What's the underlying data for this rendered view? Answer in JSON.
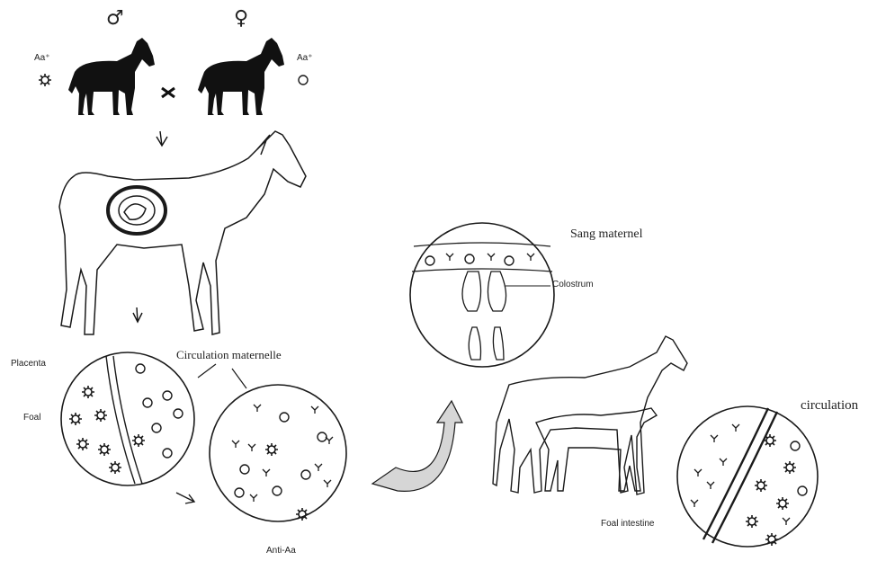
{
  "symbols": {
    "male": "♂",
    "female": "♀",
    "cross": "×",
    "arrow_down": "↓"
  },
  "labels": {
    "aa_left": "Aa⁺",
    "aa_right": "Aa⁺",
    "placenta": "Placenta",
    "foal_left": "Foal",
    "circulation_maternelle": "Circulation maternelle",
    "anti_aa": "Anti-Aa",
    "sang_maternel": "Sang maternel",
    "colostrum": "Colostrum",
    "circulation": "circulation",
    "foal_intestine": "Foal intestine"
  },
  "colors": {
    "ink": "#1a1a1a",
    "arrow_fill": "#d6d6d6"
  }
}
